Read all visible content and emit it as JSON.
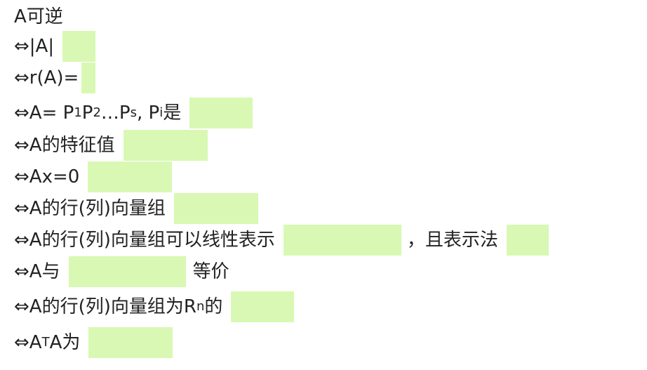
{
  "lines": [
    {
      "text": "A可逆"
    },
    {
      "prefix": "⇔|A|"
    },
    {
      "prefix": "⇔r(A)="
    },
    {
      "p1": "⇔A= P",
      "s1": "1",
      "p2": "P",
      "s2": "2",
      "p3": "…P",
      "s3": "s",
      "p4": ", P",
      "s4": "i",
      "p5": "是"
    },
    {
      "prefix": "⇔A的特征值"
    },
    {
      "prefix": "⇔Ax=0"
    },
    {
      "prefix": "⇔A的行(列)向量组"
    },
    {
      "prefix": "⇔A的行(列)向量组可以线性表示",
      "middle": "，且表示法"
    },
    {
      "prefix": "⇔A与",
      "suffix": "等价"
    },
    {
      "p1": "⇔A的行(列)向量组为R",
      "sup": "n",
      "p2": "的"
    },
    {
      "p1": "⇔A",
      "sup": "T",
      "p2": "A为"
    }
  ],
  "colors": {
    "blank_fill": "#d9f8b4",
    "text": "#222222"
  }
}
